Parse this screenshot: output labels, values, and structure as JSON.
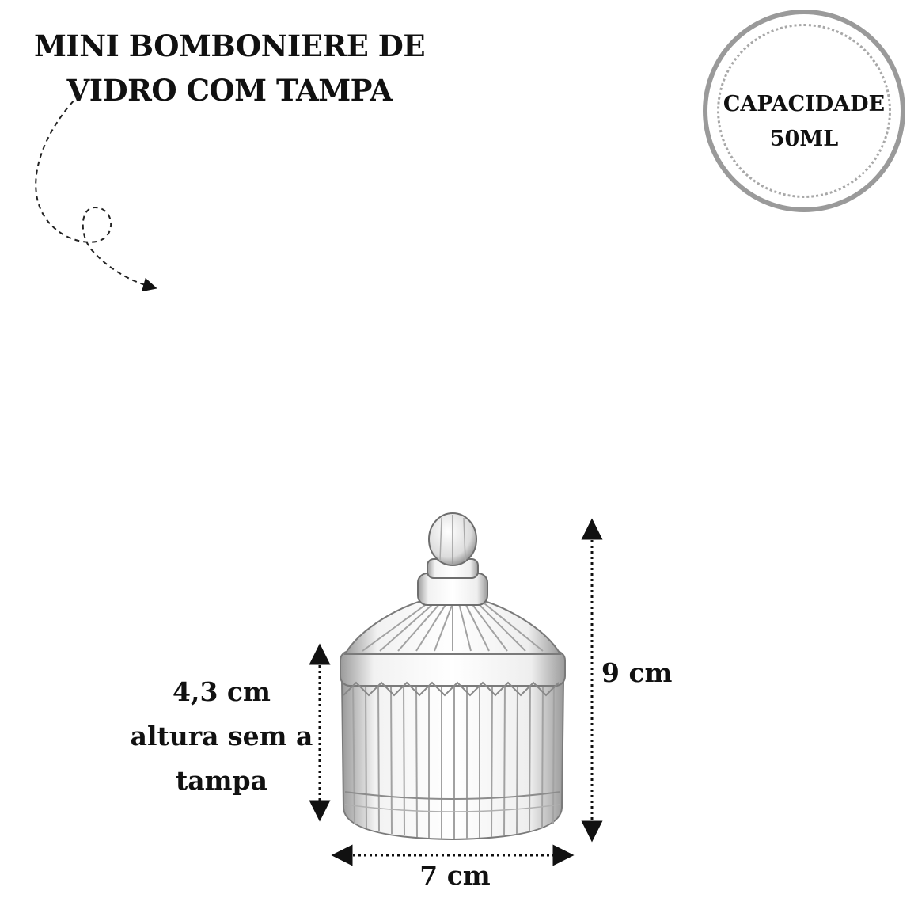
{
  "title": {
    "line1": "MINI BOMBONIERE DE",
    "line2": "VIDRO COM TAMPA"
  },
  "badge": {
    "line1": "CAPACIDADE",
    "line2": "50ML"
  },
  "dimensions": {
    "base_height_value": "4,3 cm",
    "base_height_line2": "altura sem a",
    "base_height_line3": "tampa",
    "total_height": "9 cm",
    "width": "7 cm"
  },
  "icons": {
    "decor": "dashed-curly-arrow-icon",
    "product": "glass-candy-jar-icon"
  }
}
